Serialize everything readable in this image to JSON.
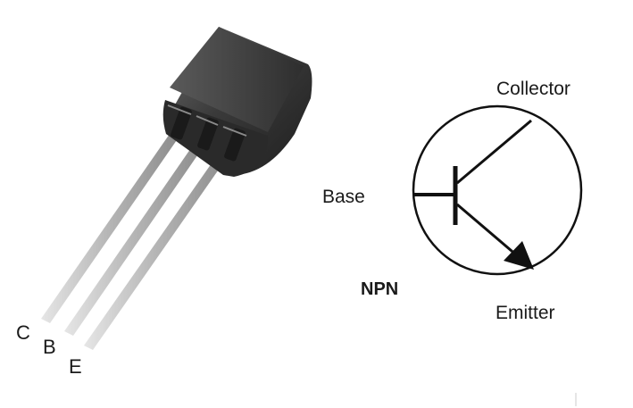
{
  "transistor_photo": {
    "pins": [
      {
        "id": "c",
        "label": "C"
      },
      {
        "id": "b",
        "label": "B"
      },
      {
        "id": "e",
        "label": "E"
      }
    ],
    "body_color": "#3b3b3b",
    "lead_color": "#bdbdbd"
  },
  "symbol": {
    "type_label": "NPN",
    "collector_label": "Collector",
    "base_label": "Base",
    "emitter_label": "Emitter",
    "line_color": "#111111"
  }
}
